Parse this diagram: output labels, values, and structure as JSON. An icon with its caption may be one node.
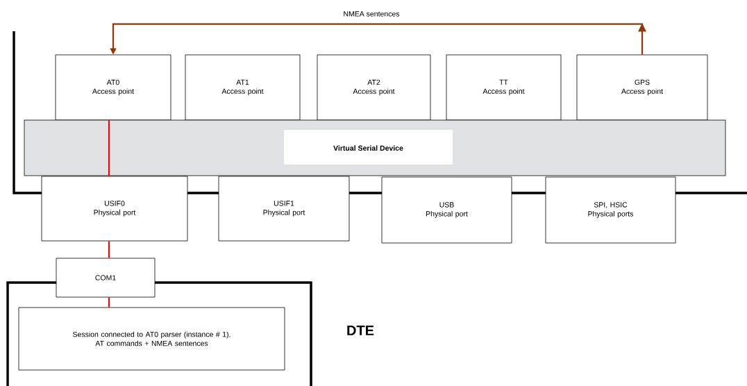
{
  "diagram": {
    "nodes": [
      {
        "text": [
          "AT0",
          "Access point"
        ]
      },
      {
        "text": [
          "AT1",
          "Access point"
        ]
      },
      {
        "text": [
          "AT2",
          "Access point"
        ]
      },
      {
        "text": [
          "TT",
          "Access point"
        ]
      },
      {
        "text": [
          "GPS",
          "Access point"
        ]
      },
      {
        "text": [
          "Virtual Serial Device"
        ]
      },
      {
        "text": [
          "USIF0",
          "Physical port"
        ]
      },
      {
        "text": [
          "USIF1",
          "Physical port"
        ]
      },
      {
        "text": [
          "USB",
          "Physical port"
        ]
      },
      {
        "text": [
          "SPI, HSIC",
          "Physical ports"
        ]
      },
      {
        "text": [
          "COM1"
        ]
      },
      {
        "text": [
          "Session connected to AT0 parser (instance # 1).",
          "AT commands + NMEA sentences"
        ]
      }
    ],
    "edges": [
      {
        "from": 4,
        "to": 0,
        "arrow": "to",
        "label": "NMEA sentences",
        "color": "#993300"
      },
      {
        "from": 0,
        "to": 5,
        "arrow": "none"
      },
      {
        "from": 5,
        "to": 6,
        "arrow": "none"
      },
      {
        "from": 6,
        "to": 10,
        "arrow": "none"
      },
      {
        "from": 10,
        "to": 11,
        "arrow": "none"
      }
    ],
    "labels": [
      "DTE"
    ]
  }
}
